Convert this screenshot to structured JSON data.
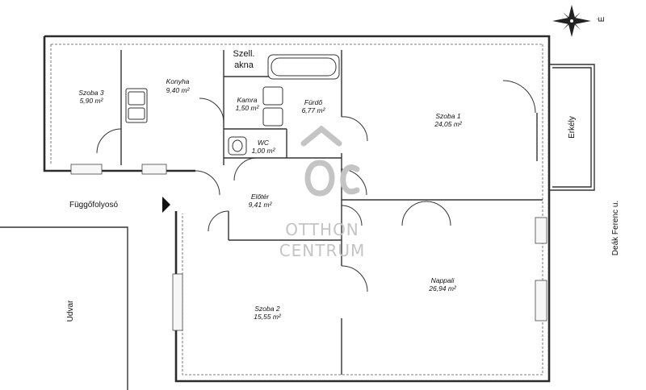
{
  "rooms": {
    "szoba3": {
      "name": "Szoba 3",
      "area": "5,90 m²"
    },
    "konyha": {
      "name": "Konyha",
      "area": "9,40 m²"
    },
    "kamra": {
      "name": "Kamra",
      "area": "1,50 m²"
    },
    "furdo": {
      "name": "Fürdő",
      "area": "6,77 m²"
    },
    "wc": {
      "name": "WC",
      "area": "1,00 m²"
    },
    "eloter": {
      "name": "Előtér",
      "area": "9,41 m²"
    },
    "szoba1": {
      "name": "Szoba 1",
      "area": "24,05 m²"
    },
    "nappali": {
      "name": "Nappali",
      "area": "26,94 m²"
    },
    "szoba2": {
      "name": "Szoba 2",
      "area": "15,55 m²"
    }
  },
  "labels": {
    "szell_line1": "Szell.",
    "szell_line2": "akna",
    "erkely": "Erkély",
    "fuggofolyoso": "Függőfolyosó",
    "udvar": "Udvar",
    "street": "Deák Ferenc u.",
    "compass_dir": "É"
  },
  "logo": {
    "line1": "OTTHON",
    "line2": "CENTRUM"
  }
}
